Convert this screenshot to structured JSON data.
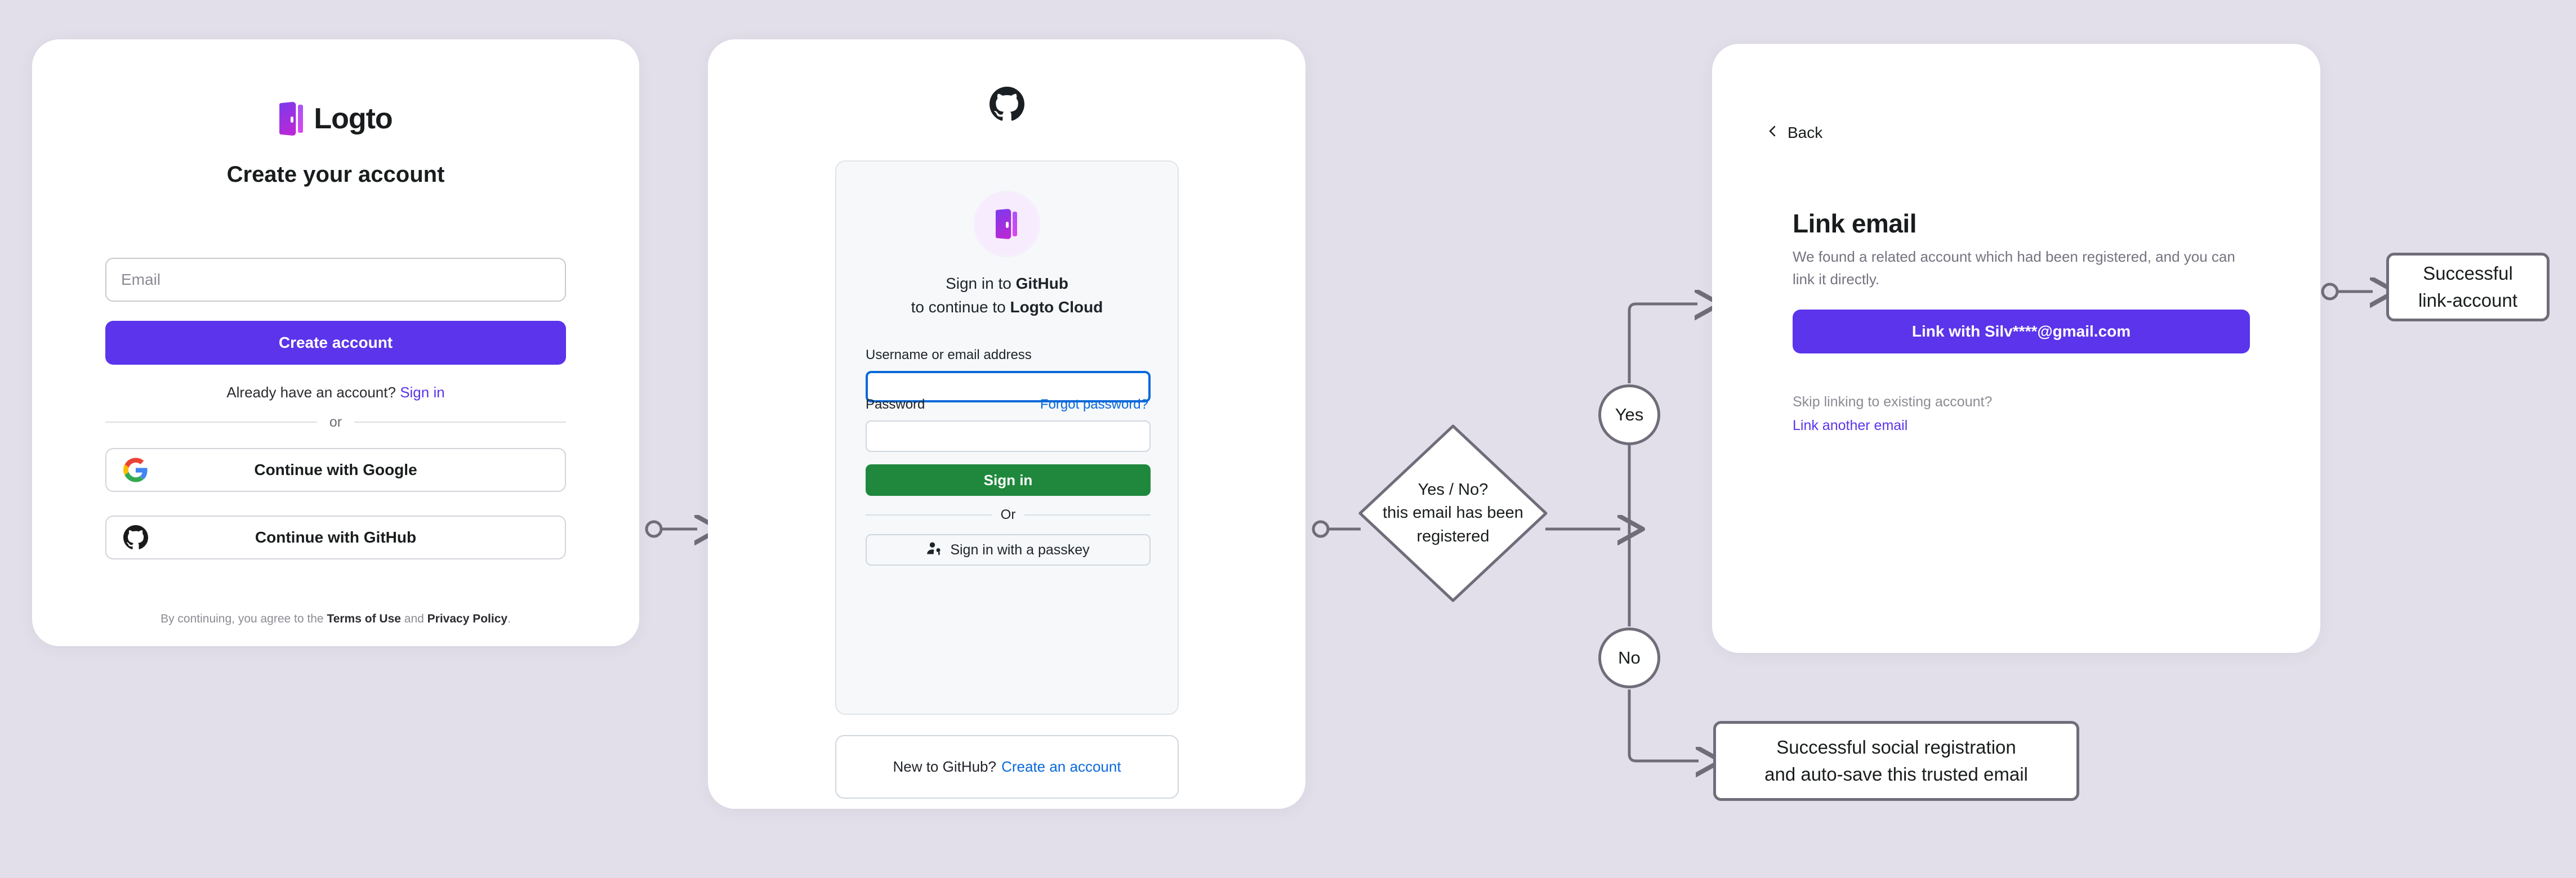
{
  "background_color": "#e2dfea",
  "signup_card": {
    "brand_name": "Logto",
    "brand_icon": "logto-door-logo",
    "title": "Create your account",
    "email_placeholder": "Email",
    "create_account_label": "Create account",
    "signin_prompt": "Already have an account?",
    "signin_link": "Sign in",
    "divider_label": "or",
    "google_label": "Continue with Google",
    "github_label": "Continue with GitHub",
    "legal_prefix": "By continuing, you agree to the ",
    "legal_terms": "Terms of Use",
    "legal_and": " and ",
    "legal_privacy": "Privacy Policy",
    "legal_suffix": ".",
    "primary_color": "#5b34eb",
    "link_color": "#5b34eb"
  },
  "github_card": {
    "brand_icon": "github-octocat-logo",
    "headline_line1_prefix": "Sign in to ",
    "headline_line1_bold": "GitHub",
    "headline_line2_prefix": "to continue to ",
    "headline_line2_bold": "Logto Cloud",
    "app_icon": "logto-door-logo",
    "username_label": "Username or email address",
    "username_value": "",
    "password_label": "Password",
    "password_value": "",
    "forgot_password_label": "Forgot password?",
    "signin_label": "Sign in",
    "divider_label": "Or",
    "passkey_label": "Sign in with a passkey",
    "passkey_icon": "passkey-person-key-icon",
    "new_prompt": "New to GitHub?",
    "create_account_link": "Create an account",
    "accent_green": "#1f883d",
    "link_blue": "#0969da",
    "focus_border": "#0969da"
  },
  "link_email_card": {
    "back_label": "Back",
    "back_icon": "chevron-left-icon",
    "title": "Link email",
    "description": "We found a related account which had been registered, and you can link it directly.",
    "link_button_label": "Link with Silv****@gmail.com",
    "skip_text": "Skip linking to existing account?",
    "link_another_label": "Link another email",
    "primary_color": "#5b34eb"
  },
  "flow": {
    "decision_text": "Yes / No?\nthis email has been\nregistered",
    "branch_yes": "Yes",
    "branch_no": "No",
    "outcome_yes": "Successful\nlink-account",
    "outcome_no": "Successful social registration\nand auto-save this trusted email",
    "line_color": "#6f6d79"
  }
}
